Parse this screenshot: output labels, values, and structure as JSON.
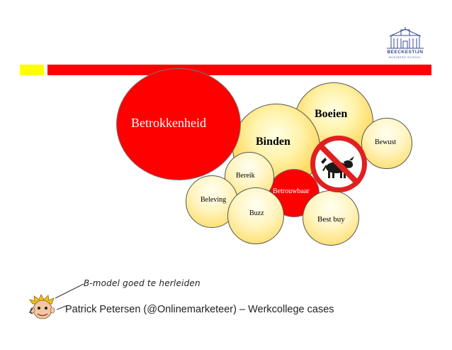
{
  "header": {
    "logo": {
      "name": "BEECKESTIJN",
      "sub": "BUSINESS SCHOOL",
      "icon": "building-icon"
    },
    "accent_colors": {
      "small_bar": "#ffff00",
      "main_bar": "#ff0000"
    }
  },
  "diagram": {
    "bubbles": [
      {
        "label": "Betrokkenheid",
        "color": "#ff0000"
      },
      {
        "label": "Boeien",
        "color": "#ffc000"
      },
      {
        "label": "Binden",
        "color": "#ffd24a"
      },
      {
        "label": "Bewust",
        "color": "#ffe27a"
      },
      {
        "label": "Bereik",
        "color": "#ffe27a"
      },
      {
        "label": "Betrouwbaar",
        "color": "#ff0000"
      },
      {
        "label": "Beleving",
        "color": "#ffe27a"
      },
      {
        "label": "Buzz",
        "color": "#ffe27a"
      },
      {
        "label": "Best buy",
        "color": "#ffe27a"
      }
    ],
    "prohibition_sign": {
      "icon": "no-bull-icon",
      "color": "#e02020"
    }
  },
  "subtitle": "B-model goed te herleiden",
  "footer": {
    "text": "Patrick Petersen (@Onlinemarketeer) – Werkcollege cases",
    "avatar_icon": "cartoon-avatar-icon"
  }
}
